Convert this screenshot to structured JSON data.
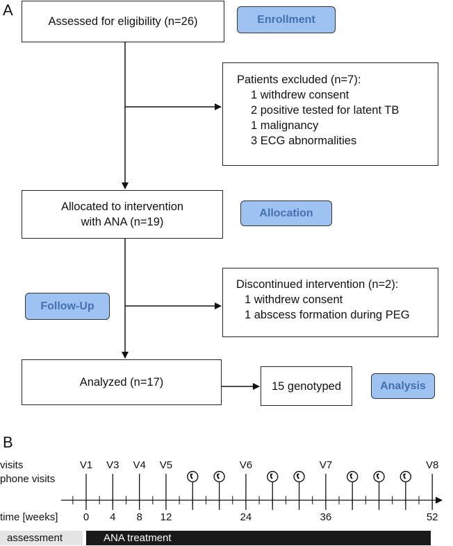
{
  "panels": {
    "a": "A",
    "b": "B"
  },
  "flow": {
    "assessed": "Assessed for eligibility (n=26)",
    "excluded": {
      "title": "Patients excluded (n=7):",
      "items": [
        "1 withdrew consent",
        "2 positive tested for latent TB",
        "1 malignancy",
        "3 ECG abnormalities"
      ]
    },
    "allocated": [
      "Allocated to intervention",
      "with ANA (n=19)"
    ],
    "discontinued": {
      "title": "Discontinued intervention (n=2):",
      "items": [
        "1 withdrew consent",
        "1 abscess formation during PEG"
      ]
    },
    "analyzed": "Analyzed (n=17)",
    "genotyped": "15 genotyped"
  },
  "stages": {
    "enrollment": "Enrollment",
    "allocation": "Allocation",
    "followup": "Follow-Up",
    "analysis": "Analysis"
  },
  "timeline": {
    "visits_label": "visits",
    "phone_label": "phone visits",
    "time_label": "time [weeks]",
    "visits": [
      "V1",
      "V3",
      "V4",
      "V5",
      "V6",
      "V7",
      "V8"
    ],
    "weeks": [
      "0",
      "4",
      "8",
      "12",
      "24",
      "36",
      "52"
    ],
    "assessment": "assessment",
    "treatment": "ANA treatment",
    "colors": {
      "assessment_bar": "#e5e5e5",
      "treatment_bar": "#1a1a1a",
      "stage_tag": "#9ec2f2",
      "stage_text": "#4670ae"
    }
  }
}
